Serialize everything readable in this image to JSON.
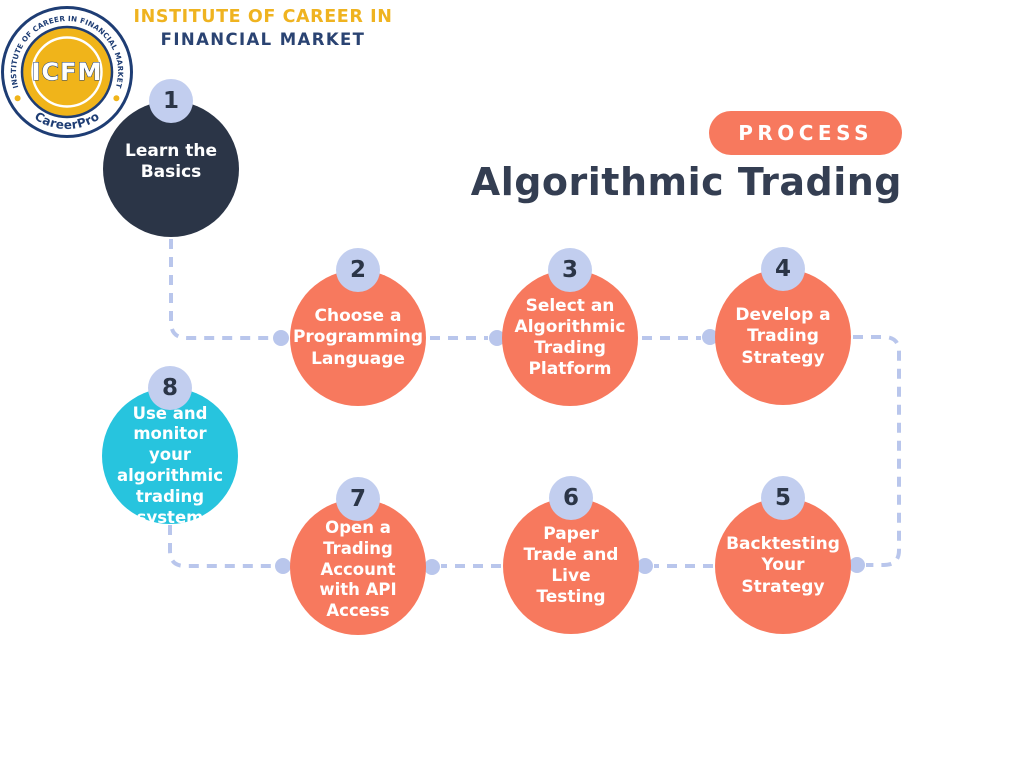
{
  "brand": {
    "logo": {
      "ring_text": "INSTITUTE OF CAREER IN FINANCIAL MARKET",
      "monogram": "ICFM",
      "tagline": "CareerPro"
    },
    "header_line1": "INSTITUTE OF CAREER IN",
    "header_line2": "FINANCIAL MARKET"
  },
  "header": {
    "badge_label": "PROCESS",
    "title": "Algorithmic Trading"
  },
  "steps": [
    {
      "number": "1",
      "label": "Learn the\nBasics",
      "color": "#2B3547"
    },
    {
      "number": "2",
      "label": "Choose a\nProgramming\nLanguage",
      "color": "#F7795E"
    },
    {
      "number": "3",
      "label": "Select an\nAlgorithmic\nTrading\nPlatform",
      "color": "#F7795E"
    },
    {
      "number": "4",
      "label": "Develop a\nTrading\nStrategy",
      "color": "#F7795E"
    },
    {
      "number": "5",
      "label": "Backtesting\nYour\nStrategy",
      "color": "#F7795E"
    },
    {
      "number": "6",
      "label": "Paper\nTrade and\nLive\nTesting",
      "color": "#F7795E"
    },
    {
      "number": "7",
      "label": "Open a\nTrading\nAccount\nwith API\nAccess",
      "color": "#F7795E"
    },
    {
      "number": "8",
      "label": "Use and\nmonitor\nyour\nalgorithmic\ntrading\nsystem",
      "color": "#27C4DE"
    }
  ],
  "colors": {
    "coral": "#F7795E",
    "navy_circle": "#2B3547",
    "cyan": "#27C4DE",
    "badge_lavender": "#C2CEEF",
    "connector_lavender": "#B9C6EC",
    "title_navy": "#343E52",
    "brand_gold": "#EFB320",
    "brand_navy": "#2A4372",
    "logo_navy": "#1E3D74",
    "logo_gold": "#F0B41A",
    "background": "#FFFFFF"
  }
}
